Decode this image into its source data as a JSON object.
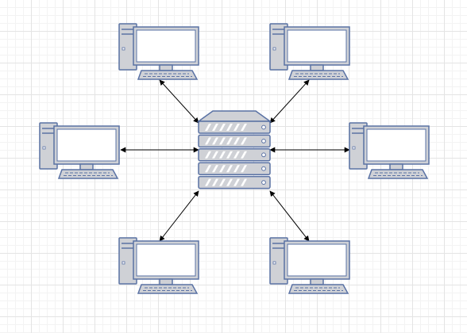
{
  "diagram": {
    "type": "star-network",
    "center": {
      "kind": "server",
      "icon": "server-icon"
    },
    "nodes": [
      {
        "id": "pc-top-left",
        "kind": "computer",
        "icon": "desktop-computer-icon"
      },
      {
        "id": "pc-top-right",
        "kind": "computer",
        "icon": "desktop-computer-icon"
      },
      {
        "id": "pc-mid-left",
        "kind": "computer",
        "icon": "desktop-computer-icon"
      },
      {
        "id": "pc-mid-right",
        "kind": "computer",
        "icon": "desktop-computer-icon"
      },
      {
        "id": "pc-bottom-left",
        "kind": "computer",
        "icon": "desktop-computer-icon"
      },
      {
        "id": "pc-bottom-right",
        "kind": "computer",
        "icon": "desktop-computer-icon"
      }
    ],
    "connections": [
      {
        "from": "server",
        "to": "pc-top-left",
        "arrows": "both"
      },
      {
        "from": "server",
        "to": "pc-top-right",
        "arrows": "both"
      },
      {
        "from": "server",
        "to": "pc-mid-left",
        "arrows": "both"
      },
      {
        "from": "server",
        "to": "pc-mid-right",
        "arrows": "both"
      },
      {
        "from": "server",
        "to": "pc-bottom-left",
        "arrows": "both"
      },
      {
        "from": "server",
        "to": "pc-bottom-right",
        "arrows": "both"
      }
    ],
    "colors": {
      "device_fill": "#cfd1d6",
      "device_stroke": "#5a72a4",
      "screen_fill": "#ffffff",
      "connector": "#000000",
      "grid": "#e4e4e4"
    }
  }
}
